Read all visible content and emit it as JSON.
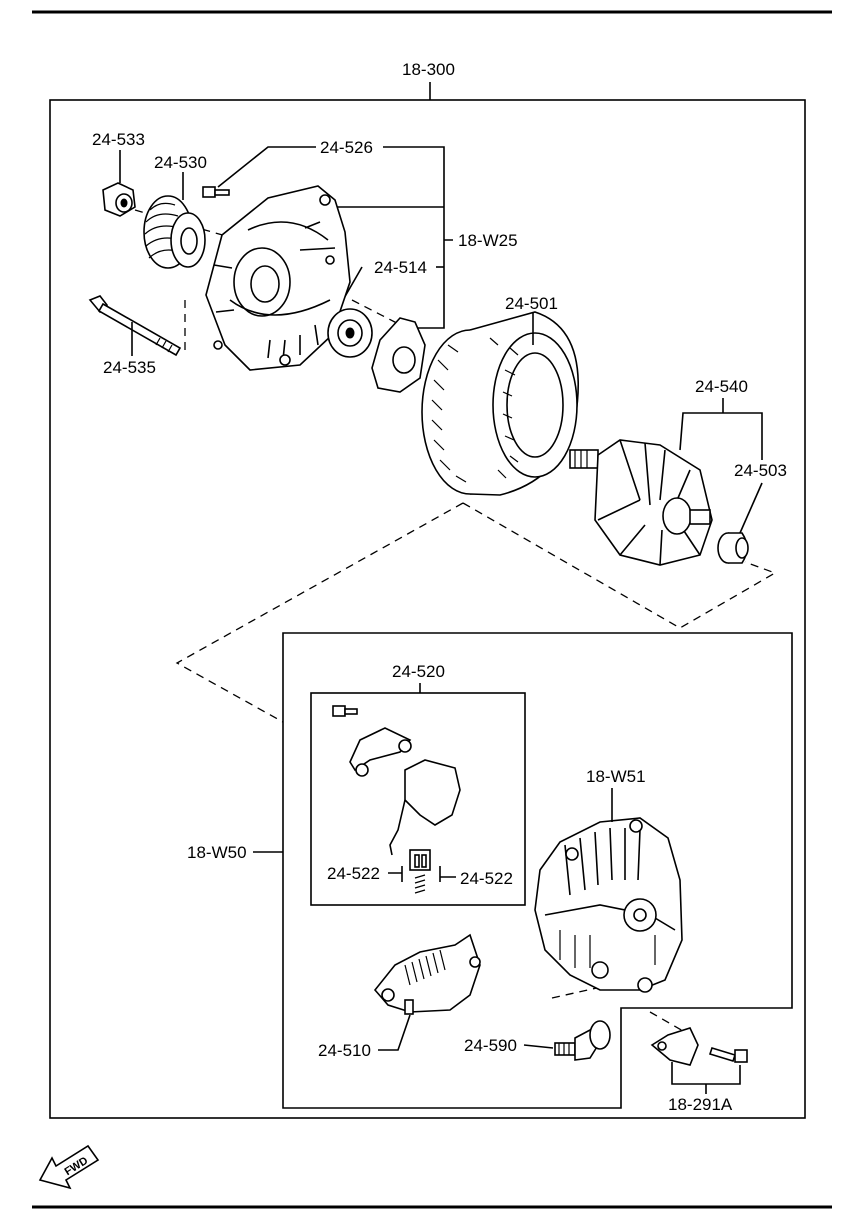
{
  "labels": {
    "assembly": "18-300",
    "nut": "24-533",
    "pulley": "24-530",
    "bolt_small": "24-526",
    "front_housing": "18-W25",
    "bearing": "24-514",
    "stator": "24-501",
    "through_bolt": "24-535",
    "rotor": "24-540",
    "rear_bearing": "24-503",
    "brush_holder": "24-520",
    "brush_left": "24-522",
    "brush_right": "24-522",
    "rear_assembly": "18-W50",
    "rear_housing": "18-W51",
    "rectifier": "24-510",
    "terminal": "24-590",
    "bracket": "18-291A",
    "fwd": "FWD"
  },
  "colors": {
    "line": "#000000",
    "background": "#ffffff"
  }
}
